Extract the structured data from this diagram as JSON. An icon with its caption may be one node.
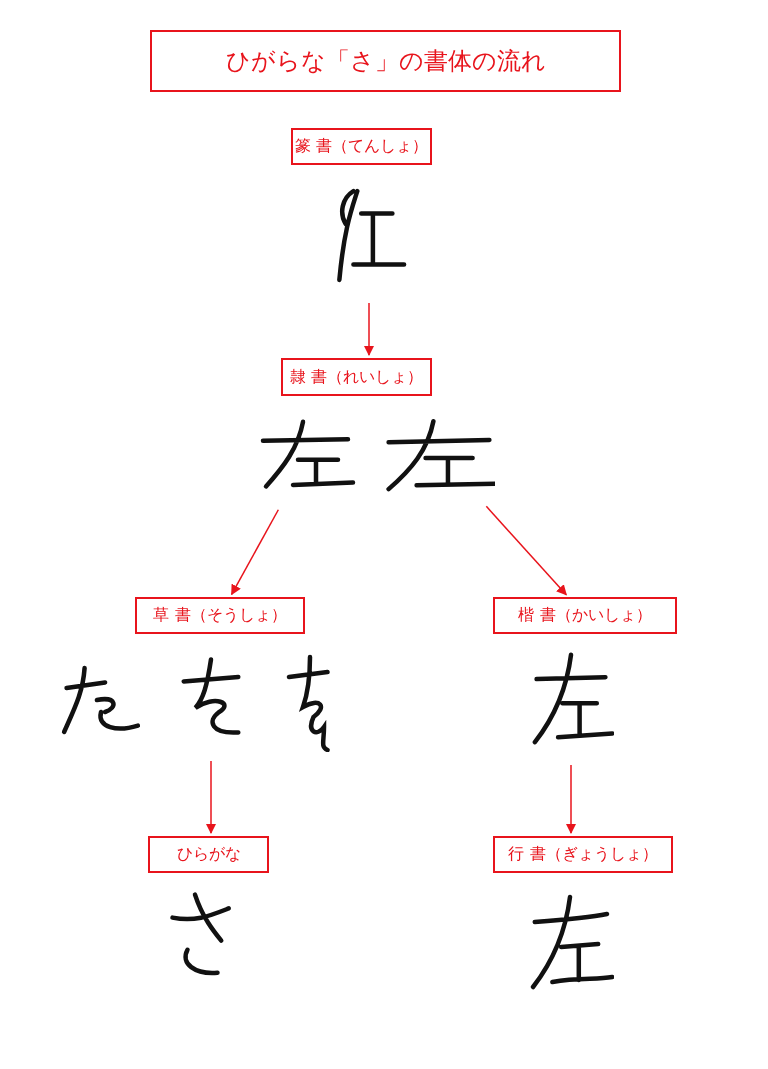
{
  "diagram": {
    "title": "ひがらな「さ」の書体の流れ",
    "nodes": [
      {
        "text": [
          "篆 書（てんしょ）"
        ]
      },
      {
        "text": [],
        "shape": "picture"
      },
      {
        "text": [
          "隷 書（れいしょ）"
        ]
      },
      {
        "text": [],
        "shape": "picture"
      },
      {
        "text": [],
        "shape": "picture"
      },
      {
        "text": [
          "草 書（そうしょ）"
        ]
      },
      {
        "text": [
          "楷 書（かいしょ）"
        ]
      },
      {
        "text": [],
        "shape": "picture"
      },
      {
        "text": [],
        "shape": "picture"
      },
      {
        "text": [],
        "shape": "picture"
      },
      {
        "text": [],
        "shape": "picture"
      },
      {
        "text": [
          "ひらがな"
        ]
      },
      {
        "text": [
          "行 書（ぎょうしょ）"
        ]
      },
      {
        "text": [],
        "shape": "picture"
      },
      {
        "text": [],
        "shape": "picture"
      }
    ],
    "edges": [
      {
        "from": 1,
        "to": 2,
        "arrow": "to"
      },
      {
        "from": 3,
        "to": 5,
        "arrow": "to"
      },
      {
        "from": 4,
        "to": 6,
        "arrow": "to"
      },
      {
        "from": 8,
        "to": 11,
        "arrow": "to"
      },
      {
        "from": 10,
        "to": 12,
        "arrow": "to"
      }
    ]
  }
}
